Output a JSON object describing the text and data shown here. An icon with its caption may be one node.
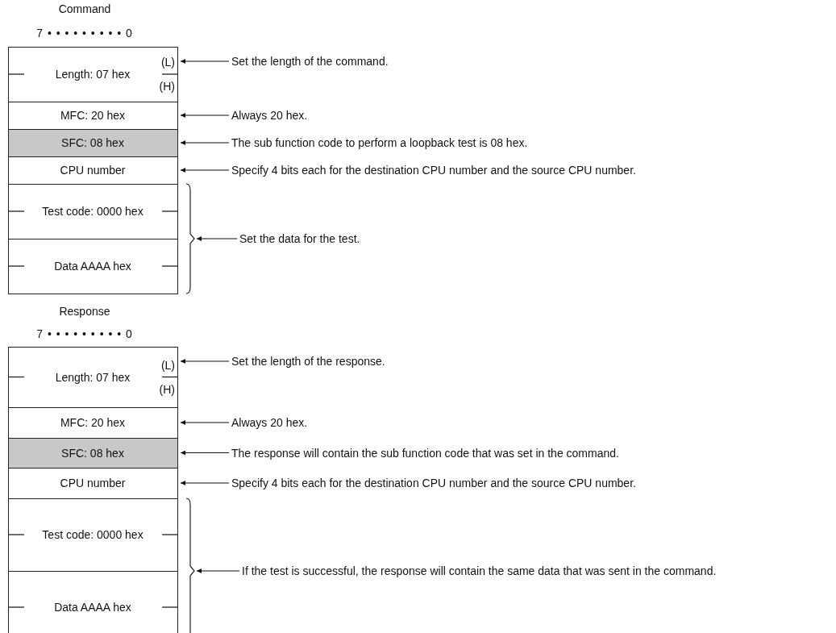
{
  "diagram": {
    "nodes": [
      {
        "text": [
          "Length: 07 hex",
          "(L)",
          "(H)"
        ]
      },
      {
        "text": [
          "MFC: 20 hex"
        ]
      },
      {
        "text": [
          "SFC: 08 hex"
        ]
      },
      {
        "text": [
          "CPU number"
        ]
      },
      {
        "text": [
          "Test code: 0000 hex"
        ]
      },
      {
        "text": [
          "Data AAAA hex"
        ]
      },
      {
        "text": [],
        "shape": "brace"
      },
      {
        "text": [
          "Set the length of the command."
        ]
      },
      {
        "text": [
          "Always 20 hex."
        ]
      },
      {
        "text": [
          "The sub function code to perform a loopback test is 08 hex."
        ]
      },
      {
        "text": [
          "Specify 4 bits each for the destination CPU number and the source CPU number."
        ]
      },
      {
        "text": [
          "Set the data for the test."
        ]
      },
      {
        "text": [
          "Length: 07 hex",
          "(L)",
          "(H)"
        ]
      },
      {
        "text": [
          "MFC: 20 hex"
        ]
      },
      {
        "text": [
          "SFC: 08 hex"
        ]
      },
      {
        "text": [
          "CPU number"
        ]
      },
      {
        "text": [
          "Test code: 0000 hex"
        ]
      },
      {
        "text": [
          "Data AAAA hex"
        ]
      },
      {
        "text": [],
        "shape": "brace"
      },
      {
        "text": [
          "Set the length of the response."
        ]
      },
      {
        "text": [
          "Always 20 hex."
        ]
      },
      {
        "text": [
          "The response will contain the sub function code that was set in the command."
        ]
      },
      {
        "text": [
          "Specify 4 bits each for the destination CPU number and the source CPU number."
        ]
      },
      {
        "text": [
          "If the test is successful, the response will contain the same data that was sent in the command."
        ]
      }
    ],
    "edges": [
      {
        "from": 7,
        "to": 0,
        "arrow": "to"
      },
      {
        "from": 8,
        "to": 1,
        "arrow": "to"
      },
      {
        "from": 9,
        "to": 2,
        "arrow": "to"
      },
      {
        "from": 10,
        "to": 3,
        "arrow": "to"
      },
      {
        "from": 11,
        "to": 6,
        "arrow": "to"
      },
      {
        "from": 19,
        "to": 12,
        "arrow": "to"
      },
      {
        "from": 20,
        "to": 13,
        "arrow": "to"
      },
      {
        "from": 21,
        "to": 14,
        "arrow": "to"
      },
      {
        "from": 22,
        "to": 15,
        "arrow": "to"
      },
      {
        "from": 23,
        "to": 18,
        "arrow": "to"
      }
    ],
    "labels": [
      "Command",
      "7 • • • • • • • • • 0",
      "Response",
      "7 • • • • • • • • • 0"
    ]
  }
}
